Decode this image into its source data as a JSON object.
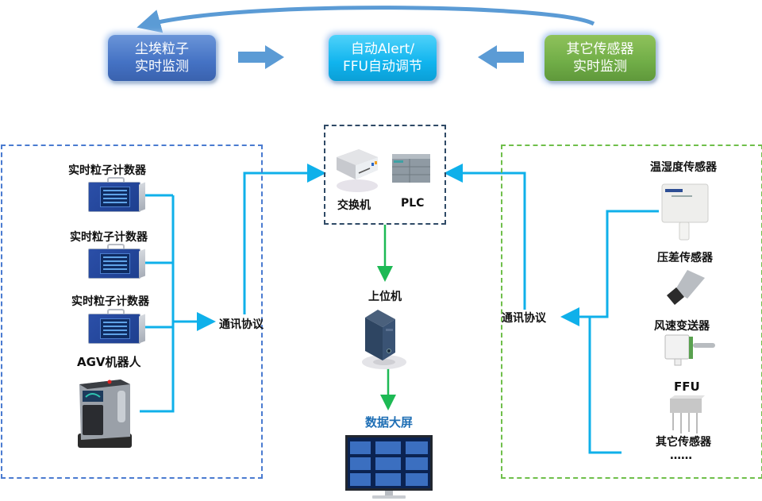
{
  "top_flow": {
    "left_box": {
      "line1": "尘埃粒子",
      "line2": "实时监测",
      "color": "#4472c4"
    },
    "center_box": {
      "line1": "自动Alert/",
      "line2": "FFU自动调节",
      "color": "#10b4ee"
    },
    "right_box": {
      "line1": "其它传感器",
      "line2": "实时监测",
      "color": "#70ad47"
    },
    "arrow_color": "#5b9bd5"
  },
  "left_group": {
    "border_color": "#4a7bd0",
    "devices": [
      {
        "label": "实时粒子计数器",
        "icon": "particle-counter-icon"
      },
      {
        "label": "实时粒子计数器",
        "icon": "particle-counter-icon"
      },
      {
        "label": "实时粒子计数器",
        "icon": "particle-counter-icon"
      },
      {
        "label": "AGV机器人",
        "icon": "agv-robot-icon"
      }
    ],
    "protocol_label": "通讯协议"
  },
  "center_group": {
    "border_color": "#2f4a66",
    "switch_label": "交换机",
    "plc_label": "PLC",
    "host_label": "上位机",
    "screen_label": "数据大屏",
    "flow_color": "#1db954"
  },
  "right_group": {
    "border_color": "#6fbf4a",
    "devices": [
      {
        "label": "温湿度传感器",
        "icon": "temp-humidity-sensor-icon"
      },
      {
        "label": "压差传感器",
        "icon": "pressure-sensor-icon"
      },
      {
        "label": "风速变送器",
        "icon": "wind-speed-transmitter-icon"
      },
      {
        "label": "FFU",
        "icon": "ffu-icon"
      },
      {
        "label": "其它传感器",
        "icon": ""
      }
    ],
    "ellipsis": "……",
    "protocol_label": "通讯协议"
  },
  "connector_color": "#0fb0ea"
}
